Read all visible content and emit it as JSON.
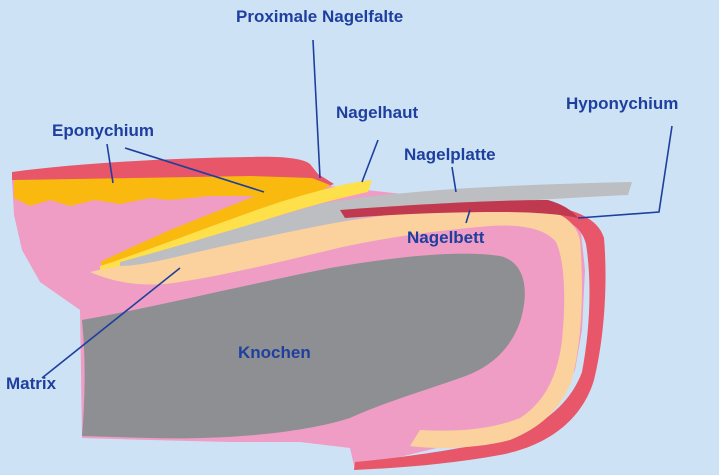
{
  "labels": {
    "proximal_fold": "Proximale Nagelfalte",
    "cuticle": "Nagelhaut",
    "eponychium": "Eponychium",
    "hyponychium": "Hyponychium",
    "nail_plate": "Nagelplatte",
    "nail_bed": "Nagelbett",
    "bone": "Knochen",
    "matrix": "Matrix"
  },
  "colors": {
    "background": "#cde3f5",
    "label_text": "#1f3f9e",
    "skin_outer": "#e8566a",
    "tissue": "#ef9dc4",
    "dermis": "#fbd29e",
    "bone": "#8e8f93",
    "nail_plate": "#bdbec2",
    "eponychium_yellow": "#f9b90f",
    "cuticle_yellow": "#fde04a",
    "nail_bed_dark": "#c0394f"
  }
}
